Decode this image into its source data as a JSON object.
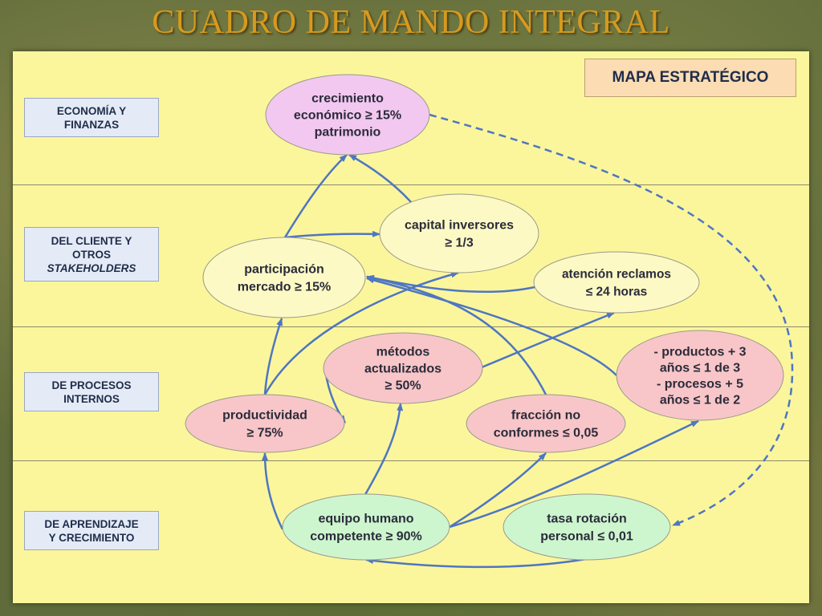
{
  "title": "CUADRO DE MANDO INTEGRAL",
  "map_label": "MAPA ESTRATÉGICO",
  "perspectives": [
    {
      "line1": "ECONOMÍA Y",
      "line2": "FINANZAS"
    },
    {
      "line1": "DEL CLIENTE Y",
      "line2": "OTROS",
      "line3": "STAKEHOLDERS"
    },
    {
      "line1": "DE PROCESOS",
      "line2": "INTERNOS"
    },
    {
      "line1": "DE APRENDIZAJE",
      "line2": "Y CRECIMIENTO"
    }
  ],
  "nodes": {
    "crecimiento": {
      "lines": [
        "crecimiento",
        "económico ≥ 15%",
        "patrimonio"
      ],
      "color": "#f2c8f0"
    },
    "capital": {
      "lines": [
        "capital inversores",
        "≥ 1/3"
      ],
      "color": "#fdf9c4"
    },
    "participacion": {
      "lines": [
        "participación",
        "mercado ≥ 15%"
      ],
      "color": "#fdf9c4"
    },
    "atencion": {
      "lines": [
        "atención reclamos",
        "≤ 24 horas"
      ],
      "color": "#fdf9c4"
    },
    "metodos": {
      "lines": [
        "métodos",
        "actualizados",
        "≥ 50%"
      ],
      "color": "#f8c6c8"
    },
    "productos": {
      "lines": [
        "- productos + 3",
        "años ≤ 1 de 3",
        "- procesos + 5",
        "años ≤ 1 de 2"
      ],
      "color": "#f8c6c8"
    },
    "productividad": {
      "lines": [
        "productividad",
        "≥ 75%"
      ],
      "color": "#f8c6c8"
    },
    "fraccion": {
      "lines": [
        "fracción no",
        "conformes ≤ 0,05"
      ],
      "color": "#f8c6c8"
    },
    "equipo": {
      "lines": [
        "equipo humano",
        "competente ≥ 90%"
      ],
      "color": "#cdf6cf"
    },
    "tasa": {
      "lines": [
        "tasa rotación",
        "personal ≤ 0,01"
      ],
      "color": "#cdf6cf"
    }
  },
  "colors": {
    "arrow": "#4e76c2",
    "ellipse_stroke": "#9a9a8a"
  }
}
